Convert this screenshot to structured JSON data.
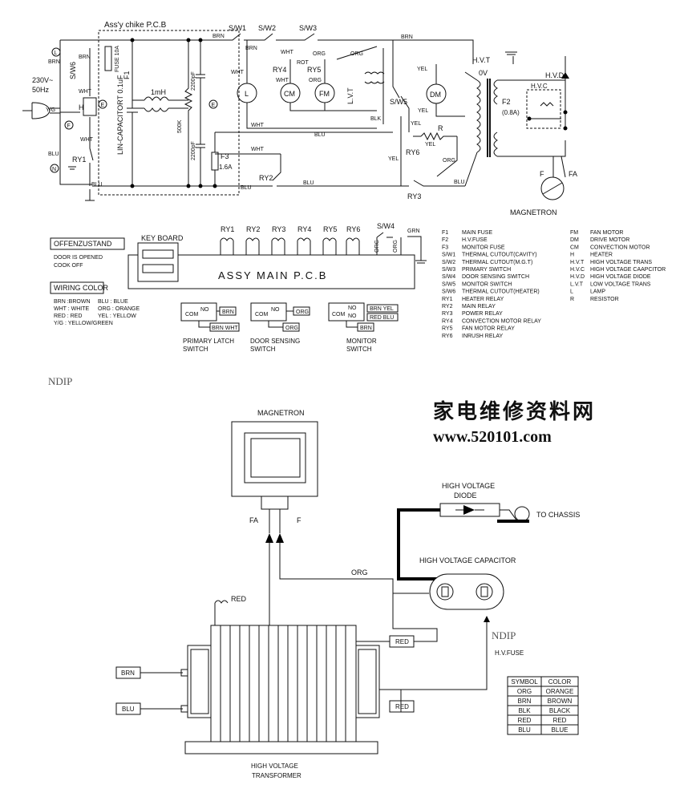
{
  "schematic": {
    "pcb_label": "Ass'y chike P.C.B",
    "power_voltage": "230V~",
    "power_freq": "50Hz",
    "line_terminal": "L",
    "neutral_terminal": "N",
    "earth_terminal": "E",
    "fuse_terminal": "F",
    "fuse_f1": "F1",
    "fuse_f1_rating": "FUSE 10A",
    "capacitor_label": "LIN-CAPACITORT 0.1uF",
    "inductor": "1mH",
    "resistor_500k": "500K",
    "cap_2200_a": "2200pF",
    "cap_2200_b": "2200pF",
    "fuse_f3": "F3",
    "fuse_f3_rating": "1.6A",
    "switches": [
      "S/W1",
      "S/W2",
      "S/W3",
      "S/W5",
      "S/W6"
    ],
    "relays": [
      "RY1",
      "RY2",
      "RY3",
      "RY4",
      "RY5",
      "RY6"
    ],
    "lamp": "L",
    "motor_cm": "CM",
    "motor_fm": "FM",
    "motor_dm": "DM",
    "heater": "H",
    "lvt": "L.V.T",
    "hvt": "H.V.T",
    "hvt_0v": "0V",
    "fuse_f2": "F2",
    "fuse_f2_rating": "(0.8A)",
    "hvc": "H.V.C",
    "hvd": "H.V.D",
    "magnetron": "MAGNETRON",
    "mag_f": "F",
    "mag_fa": "FA",
    "rot": "ROT",
    "resistor_r": "R",
    "wire_colors": {
      "brn": "BRN",
      "wht": "WHT",
      "blu": "BLU",
      "org": "ORG",
      "yel": "YEL",
      "blk": "BLK",
      "yg": "Y/G",
      "grn": "GRN"
    }
  },
  "mainpcb": {
    "title": "ASSY MAIN P.C.B",
    "keyboard": "KEY BOARD",
    "relays": [
      "RY1",
      "RY2",
      "RY3",
      "RY4",
      "RY5",
      "RY6"
    ],
    "sw4": "S/W4",
    "org": "ORG",
    "grn": "GRN"
  },
  "offenzustand": {
    "title": "OFFENZUSTAND",
    "lines": [
      "DOOR IS OPENED",
      "COOK OFF"
    ]
  },
  "wiring_color": {
    "title": "WIRING COLOR",
    "rows": [
      [
        "BRN :BROWN",
        "BLU : BLUE"
      ],
      [
        "WHT : WHITE",
        "ORG : ORANGE"
      ],
      [
        "RED : RED",
        "YEL : YELLOW"
      ],
      [
        "Y/G : YELLOW/GREEN",
        ""
      ]
    ]
  },
  "switch_diagrams": [
    {
      "title1": "PRIMARY LATCH",
      "title2": "SWITCH",
      "com": "COM",
      "no": "NO",
      "a": "BRN",
      "b": "BRN  WHT"
    },
    {
      "title1": "DOOR SENSING",
      "title2": "SWITCH",
      "com": "COM",
      "no": "NO",
      "a": "ORG",
      "b": "ORG"
    },
    {
      "title1": "MONITOR",
      "title2": "SWITCH",
      "com": "COM",
      "no": "NO",
      "no2": "NO",
      "a": "BRN  YEL",
      "a2": "RED  BLU",
      "b": "BRN"
    }
  ],
  "legend_left": [
    [
      "F1",
      "MAIN FUSE"
    ],
    [
      "F2",
      "H.V.FUSE"
    ],
    [
      "F3",
      "MONITOR FUSE"
    ],
    [
      "S/W1",
      "THERMAL CUTOUT(CAVITY)"
    ],
    [
      "S/W2",
      "THERMAL CUTOUT(M.G.T)"
    ],
    [
      "S/W3",
      "PRIMARY SWITCH"
    ],
    [
      "S/W4",
      "DOOR SENSING SWITCH"
    ],
    [
      "S/W5",
      "MONITOR SWITCH"
    ],
    [
      "S/W6",
      "THERMAL CUTOUT(HEATER)"
    ],
    [
      "RY1",
      "HEATER RELAY"
    ],
    [
      "RY2",
      "MAIN RELAY"
    ],
    [
      "RY3",
      "POWER RELAY"
    ],
    [
      "RY4",
      "CONVECTION MOTOR RELAY"
    ],
    [
      "RY5",
      "FAN MOTOR RELAY"
    ],
    [
      "RY6",
      "INRUSH RELAY"
    ]
  ],
  "legend_right": [
    [
      "FM",
      "FAN MOTOR"
    ],
    [
      "DM",
      "DRIVE MOTOR"
    ],
    [
      "CM",
      "CONVECTION MOTOR"
    ],
    [
      "H",
      "HEATER"
    ],
    [
      "H.V.T",
      "HIGH VOLTAGE TRANS"
    ],
    [
      "H.V.C",
      "HIGH VOLTAGE CAAPCITOR"
    ],
    [
      "H.V.D",
      "HIGH VOLTAGE DIODE"
    ],
    [
      "L.V.T",
      "LOW VOLTAGE TRANS"
    ],
    [
      "L",
      "LAMP"
    ],
    [
      "R",
      "RESISTOR"
    ]
  ],
  "watermarks": {
    "ndip1": "NDIP",
    "ndip2": "NDIP",
    "cn": "家电维修资料网",
    "url": "www.520101.com"
  },
  "hv": {
    "magnetron": "MAGNETRON",
    "fa": "FA",
    "f": "F",
    "diode_title1": "HIGH VOLTAGE",
    "diode_title2": "DIODE",
    "to_chassis": "TO CHASSIS",
    "cap_title": "HIGH VOLTAGE CAPACITOR",
    "org": "ORG",
    "red": "RED",
    "red_box1": "RED",
    "red_box2": "RED",
    "brn": "BRN",
    "blu": "BLU",
    "hv_fuse": "H.V.FUSE",
    "transformer1": "HIGH VOLTAGE",
    "transformer2": "TRANSFORMER"
  },
  "symbol_table": {
    "headers": [
      "SYMBOL",
      "COLOR"
    ],
    "rows": [
      [
        "ORG",
        "ORANGE"
      ],
      [
        "BRN",
        "BROWN"
      ],
      [
        "BLK",
        "BLACK"
      ],
      [
        "RED",
        "RED"
      ],
      [
        "BLU",
        "BLUE"
      ]
    ]
  }
}
